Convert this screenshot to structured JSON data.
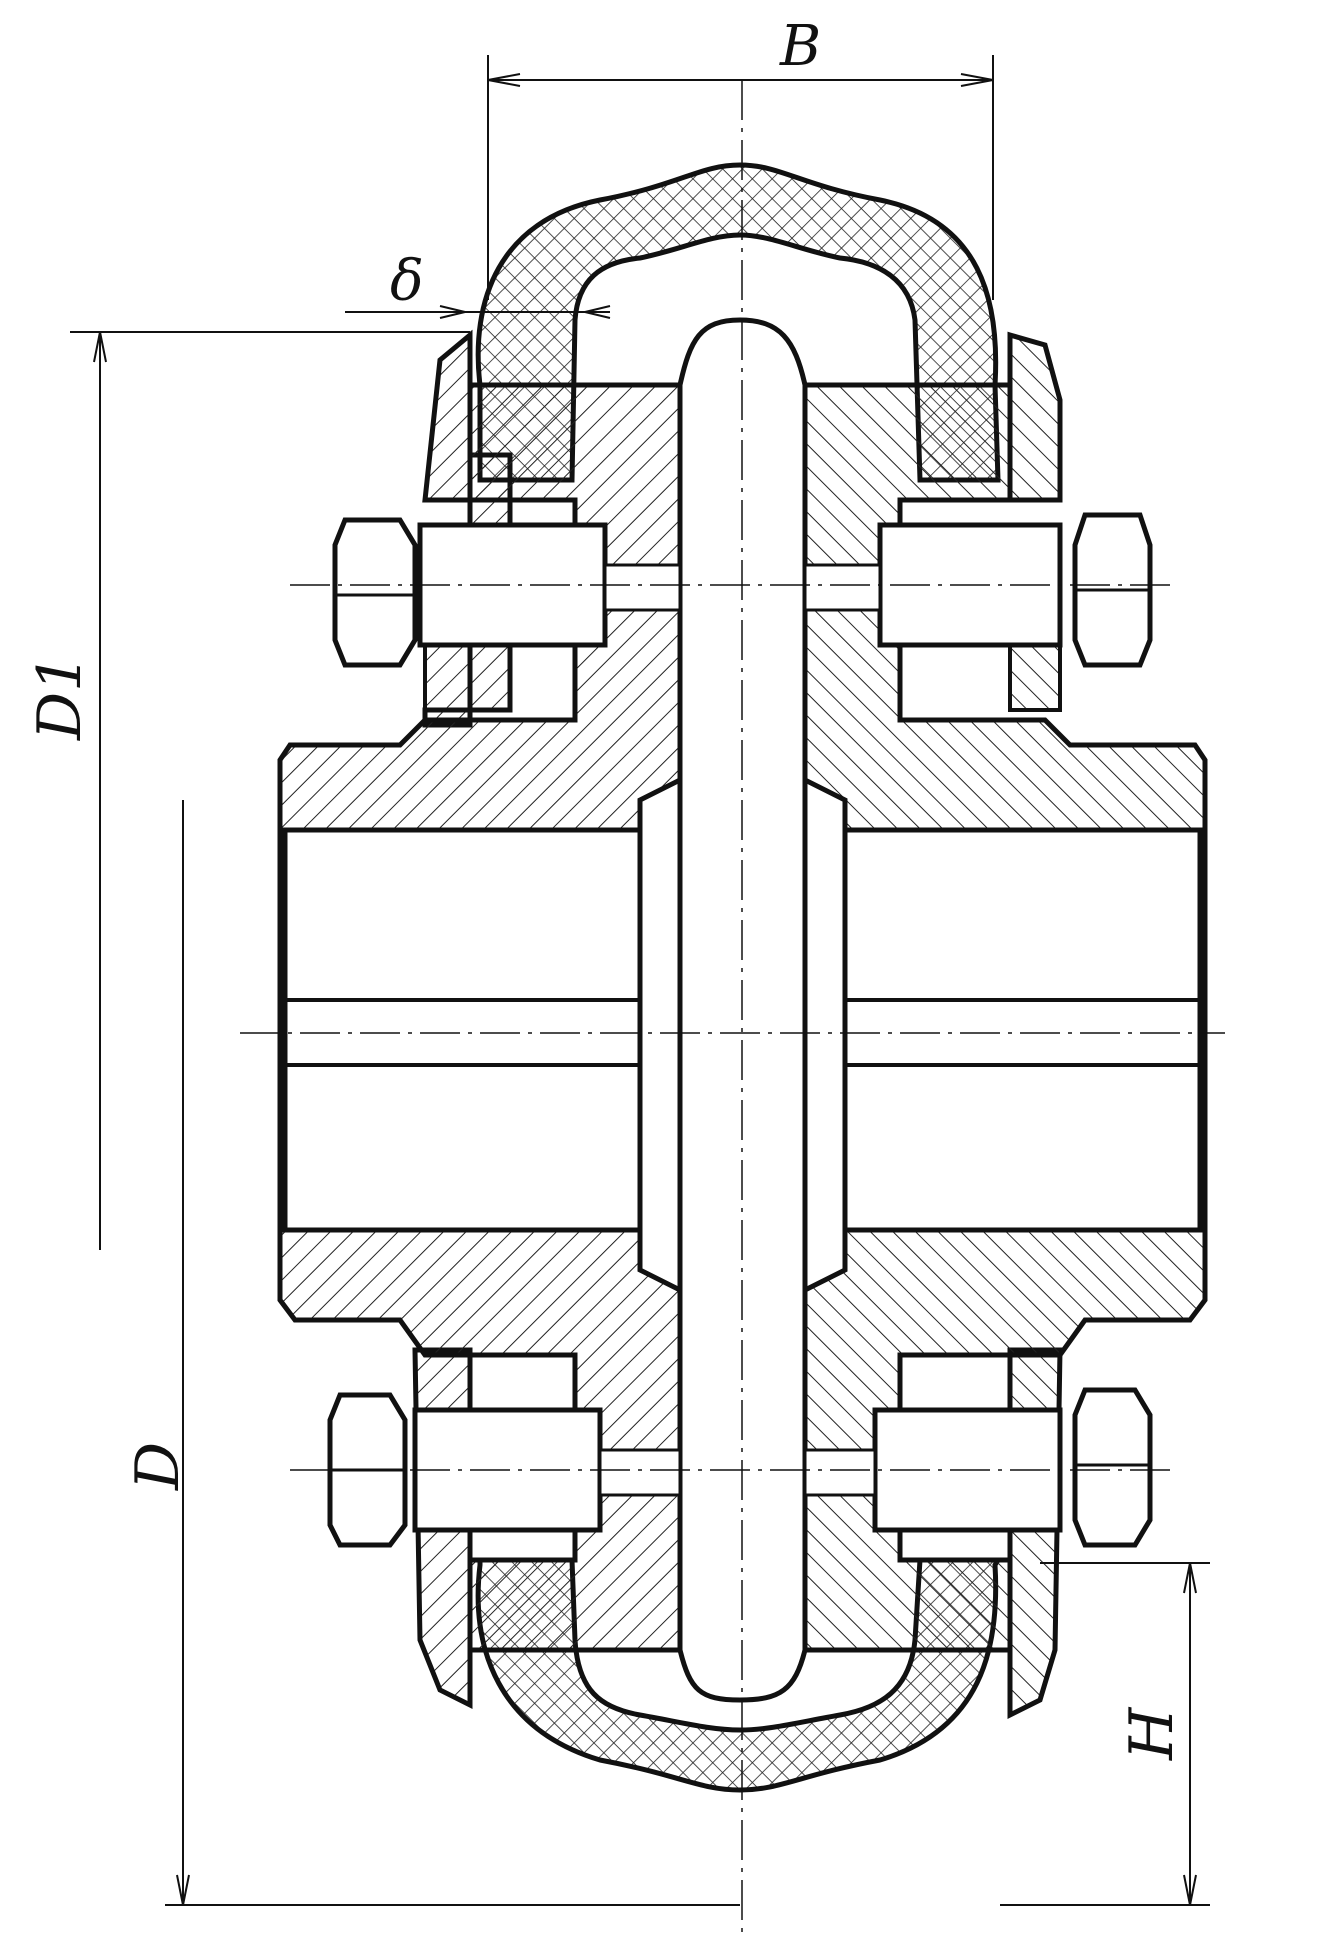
{
  "drawing": {
    "ink_color": "#111111",
    "hatch_color": "#222222",
    "background": "#ffffff"
  },
  "dimensions": {
    "width_label": "B",
    "gap_label": "δ",
    "tire_diameter_label": "D1",
    "outer_diameter_label": "D",
    "profile_height_label": "H"
  }
}
